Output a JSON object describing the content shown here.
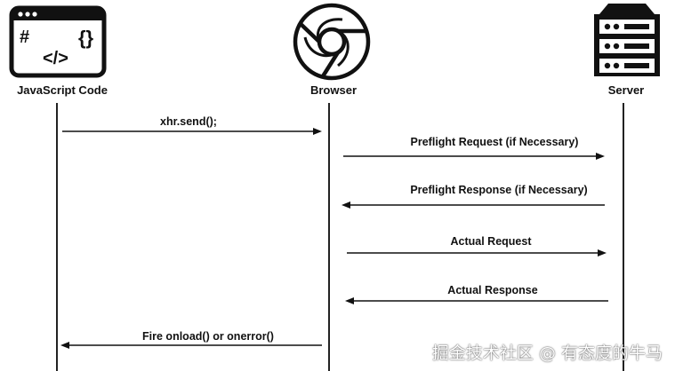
{
  "actors": [
    {
      "label": "JavaScript Code",
      "icon": "code-window-icon"
    },
    {
      "label": "Browser",
      "icon": "browser-icon"
    },
    {
      "label": "Server",
      "icon": "server-icon"
    }
  ],
  "icon_text": {
    "hash": "#",
    "braces": "{}",
    "tag": "</>"
  },
  "messages": [
    {
      "label": "xhr.send();",
      "from": "JavaScript Code",
      "to": "Browser"
    },
    {
      "label": "Preflight Request (if Necessary)",
      "from": "Browser",
      "to": "Server"
    },
    {
      "label": "Preflight Response (if Necessary)",
      "from": "Server",
      "to": "Browser"
    },
    {
      "label": "Actual Request",
      "from": "Browser",
      "to": "Server"
    },
    {
      "label": "Actual Response",
      "from": "Server",
      "to": "Browser"
    },
    {
      "label": "Fire onload() or onerror()",
      "from": "Browser",
      "to": "JavaScript Code"
    }
  ],
  "watermark": "掘金技术社区 @ 有态度的牛马",
  "colors": {
    "ink": "#111111",
    "background": "#ffffff"
  }
}
